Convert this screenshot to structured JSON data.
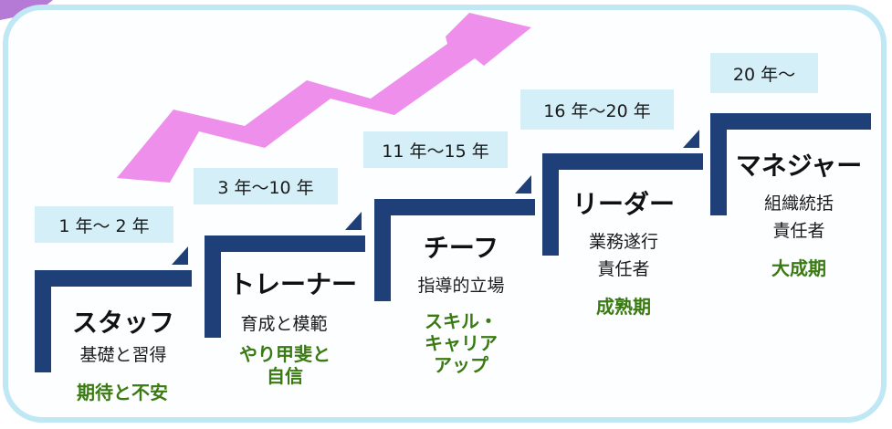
{
  "colors": {
    "frame_border": "#bfe8f4",
    "frame_fill": "#fdfeff",
    "step_navy": "#1f3f78",
    "arrow_pink": "#ef8fec",
    "years_bg": "#d4eff8",
    "feeling_green": "#3a7a12"
  },
  "arrow_icon": "zigzag-up-arrow",
  "stages": [
    {
      "years": "1 年〜 2 年",
      "title": "スタッフ",
      "description": [
        "基礎と習得"
      ],
      "feeling": [
        "期待と不安"
      ]
    },
    {
      "years": "3 年〜10 年",
      "title": "トレーナー",
      "description": [
        "育成と模範"
      ],
      "feeling": [
        "やり甲斐と",
        "自信"
      ]
    },
    {
      "years": "11 年〜15 年",
      "title": "チーフ",
      "description": [
        "指導的立場"
      ],
      "feeling": [
        "スキル・",
        "キャリア",
        "アップ"
      ]
    },
    {
      "years": "16 年〜20 年",
      "title": "リーダー",
      "description": [
        "業務遂行",
        "責任者"
      ],
      "feeling": [
        "成熟期"
      ]
    },
    {
      "years": "20 年〜",
      "title": "マネジャー",
      "description": [
        "組織統括",
        "責任者"
      ],
      "feeling": [
        "大成期"
      ]
    }
  ]
}
